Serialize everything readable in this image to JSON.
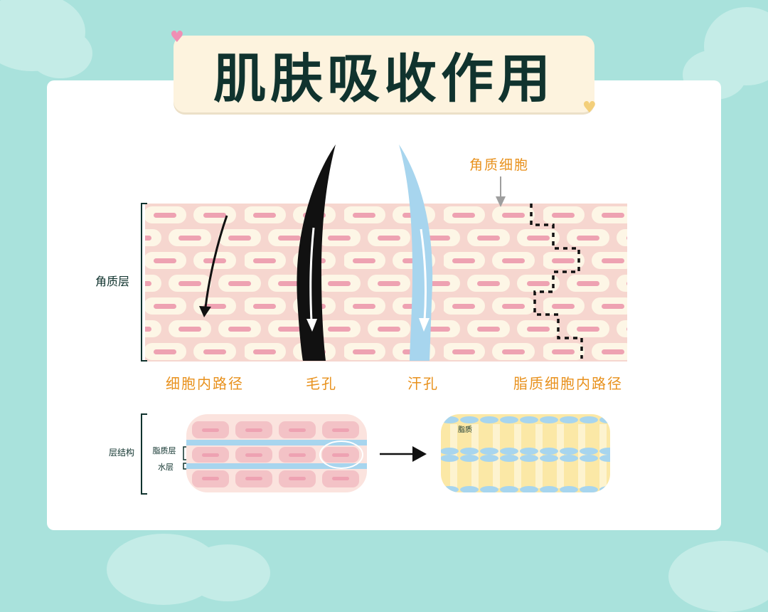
{
  "title": "肌肤吸收作用",
  "diagram": {
    "keratinocyte_label": "角质细胞",
    "stratum_label": "角质层",
    "paths": {
      "intracellular": "细胞内路径",
      "hair_follicle": "毛孔",
      "sweat_pore": "汗孔",
      "lipid_intercellular": "脂质细胞内路径"
    },
    "layer_structure": {
      "label": "层结构",
      "lipid_layer": "脂质层",
      "water_layer": "水层",
      "lipid": "脂质"
    }
  },
  "colors": {
    "background": "#a9e2dc",
    "title_box": "#fdf3de",
    "title_text": "#10332e",
    "skin_pink": "#f6d6cf",
    "cell_cream": "#fdf6e6",
    "cell_core": "#eea2b2",
    "label_orange": "#e8911d",
    "sweat_blue": "#a7d5ee",
    "lipid_yellow": "#fbe8a6"
  }
}
